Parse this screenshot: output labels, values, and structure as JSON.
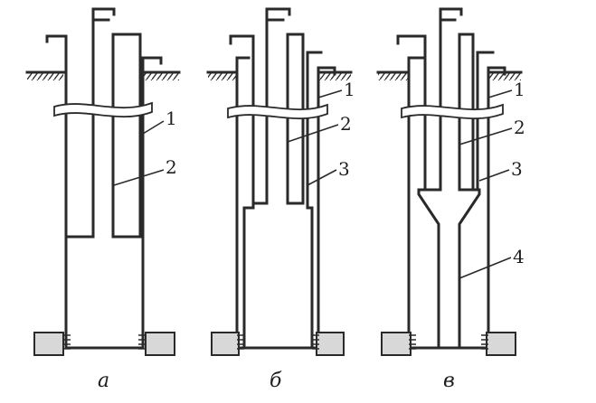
{
  "diagrams": [
    {
      "caption": "а",
      "labels": [
        "1",
        "2"
      ]
    },
    {
      "caption": "б",
      "labels": [
        "1",
        "2",
        "3"
      ]
    },
    {
      "caption": "в",
      "labels": [
        "1",
        "2",
        "3",
        "4"
      ]
    }
  ]
}
